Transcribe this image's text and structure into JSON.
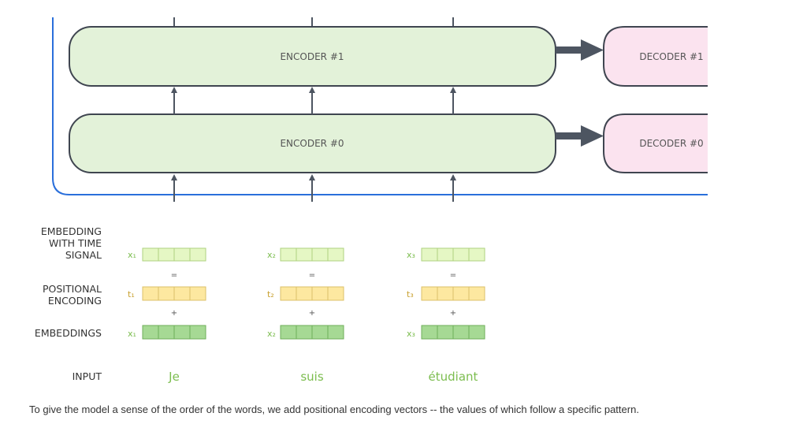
{
  "colors": {
    "encoder_fill": "#e3f2d9",
    "decoder_fill": "#fbe3ef",
    "block_stroke": "#3f4550",
    "frame_line": "#2a6fdb",
    "arrow": "#4d5561",
    "embedding_time_fill": "#e5f7c4",
    "embedding_time_stroke": "#aed27f",
    "positional_fill": "#fde8a0",
    "positional_stroke": "#dcc06a",
    "embedding_fill": "#a6d994",
    "embedding_stroke": "#6fae5a",
    "green_text": "#7cbd4f",
    "gold_text": "#c9a233"
  },
  "encoders": {
    "encoder_1": "ENCODER #1",
    "encoder_0": "ENCODER #0"
  },
  "decoders": {
    "decoder_1": "DECODER #1",
    "decoder_0": "DECODER #0"
  },
  "rows": {
    "embedding_time": [
      "EMBEDDING",
      "WITH TIME",
      "SIGNAL"
    ],
    "positional": [
      "POSITIONAL",
      "ENCODING"
    ],
    "embeddings": "EMBEDDINGS",
    "input": "INPUT"
  },
  "operators": {
    "equals": "=",
    "plus": "+"
  },
  "columns": [
    {
      "x_label": "x₁",
      "t_label": "t₁",
      "word": "Je"
    },
    {
      "x_label": "x₂",
      "t_label": "t₂",
      "word": "suis"
    },
    {
      "x_label": "x₃",
      "t_label": "t₃",
      "word": "étudiant"
    }
  ],
  "vector_cells": 4,
  "caption": "To give the model a sense of the order of the words, we add positional encoding vectors -- the values of which follow a specific pattern."
}
